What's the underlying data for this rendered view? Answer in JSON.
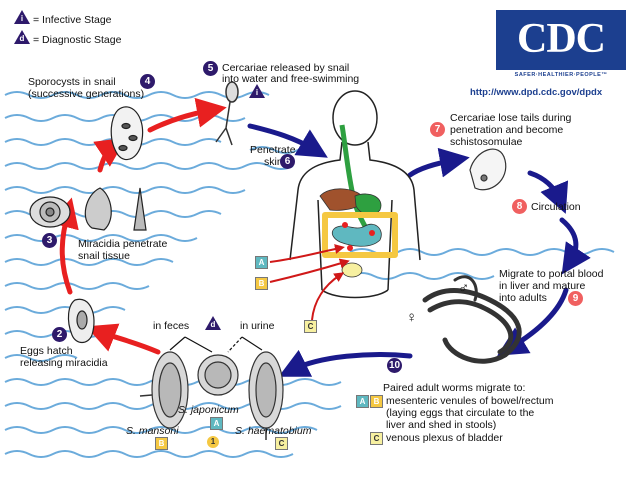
{
  "legend": {
    "infective_symbol": "i",
    "infective_label": "= Infective Stage",
    "diagnostic_symbol": "d",
    "diagnostic_label": "= Diagnostic Stage"
  },
  "logo": {
    "letters": "CDC",
    "tagline": "SAFER·HEALTHIER·PEOPLE™",
    "url": "http://www.dpd.cdc.gov/dpdx"
  },
  "steps": {
    "s1": {
      "num": "1"
    },
    "s2": {
      "num": "2",
      "line1": "Eggs hatch",
      "line2": "releasing miracidia"
    },
    "s3": {
      "num": "3",
      "line1": "Miracidia penetrate",
      "line2": "snail tissue"
    },
    "s4": {
      "num": "4",
      "line1": "Sporocysts in snail",
      "line2": "(successive generations)"
    },
    "s5": {
      "num": "5",
      "line1": "Cercariae released by snail",
      "line2": "into water and free-swimming"
    },
    "s6": {
      "num": "6",
      "line1": "Penetrate",
      "line2": "skin"
    },
    "s7": {
      "num": "7",
      "line1": "Cercariae lose tails during",
      "line2": "penetration and become",
      "line3": "schistosomulae"
    },
    "s8": {
      "num": "8",
      "line1": "Circulation"
    },
    "s9": {
      "num": "9",
      "line1": "Migrate to portal blood",
      "line2": "in liver and mature",
      "line3": "into adults"
    },
    "s10": {
      "num": "10",
      "line1": "Paired adult worms migrate to:",
      "line2": "mesenteric venules of bowel/rectum",
      "line3": "(laying eggs that circulate to the",
      "line4": "liver and shed in stools)",
      "line5": "venous plexus of bladder"
    }
  },
  "eggs": {
    "in_feces": "in feces",
    "in_urine": "in urine",
    "mansoni": "S. mansoni",
    "japonicum": "S. japonicum",
    "haematobium": "S. haematobium"
  },
  "labels": {
    "A": "A",
    "B": "B",
    "C": "C"
  },
  "sex": {
    "female": "♀",
    "male": "♂"
  },
  "colors": {
    "navy": "#2e1a6b",
    "red_arrow": "#e82020",
    "blue_arrow": "#1a1a8c",
    "water": "#3a8fd0"
  }
}
